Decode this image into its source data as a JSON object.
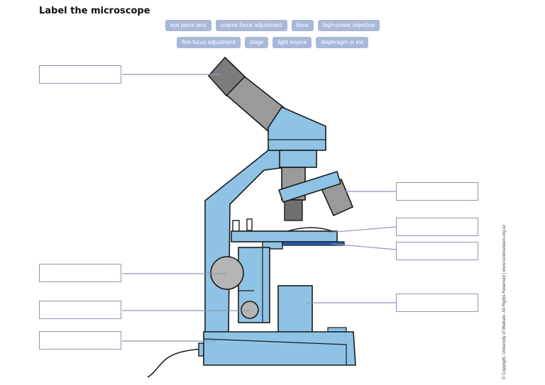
{
  "title": "Label the microscope",
  "chips": {
    "row1": [
      "eye piece lens",
      "coarse focus adjustment",
      "base",
      "high-power objective"
    ],
    "row2": [
      "fine focus adjustment",
      "stage",
      "light source",
      "diaphragm or iris"
    ]
  },
  "copyright": "© Copyright. University of Waikato. All Rights Reserved | www.sciencelearn.org.nz",
  "colors": {
    "body_fill": "#8ec3e6",
    "stroke": "#1a1a1a",
    "knob_grey": "#b5b5b5",
    "objective_grey": "#9a9a9a",
    "lens_dark": "#6f6f6f",
    "stage_clip_blue": "#1f5fb3",
    "leader_line": "#8a97b4"
  }
}
